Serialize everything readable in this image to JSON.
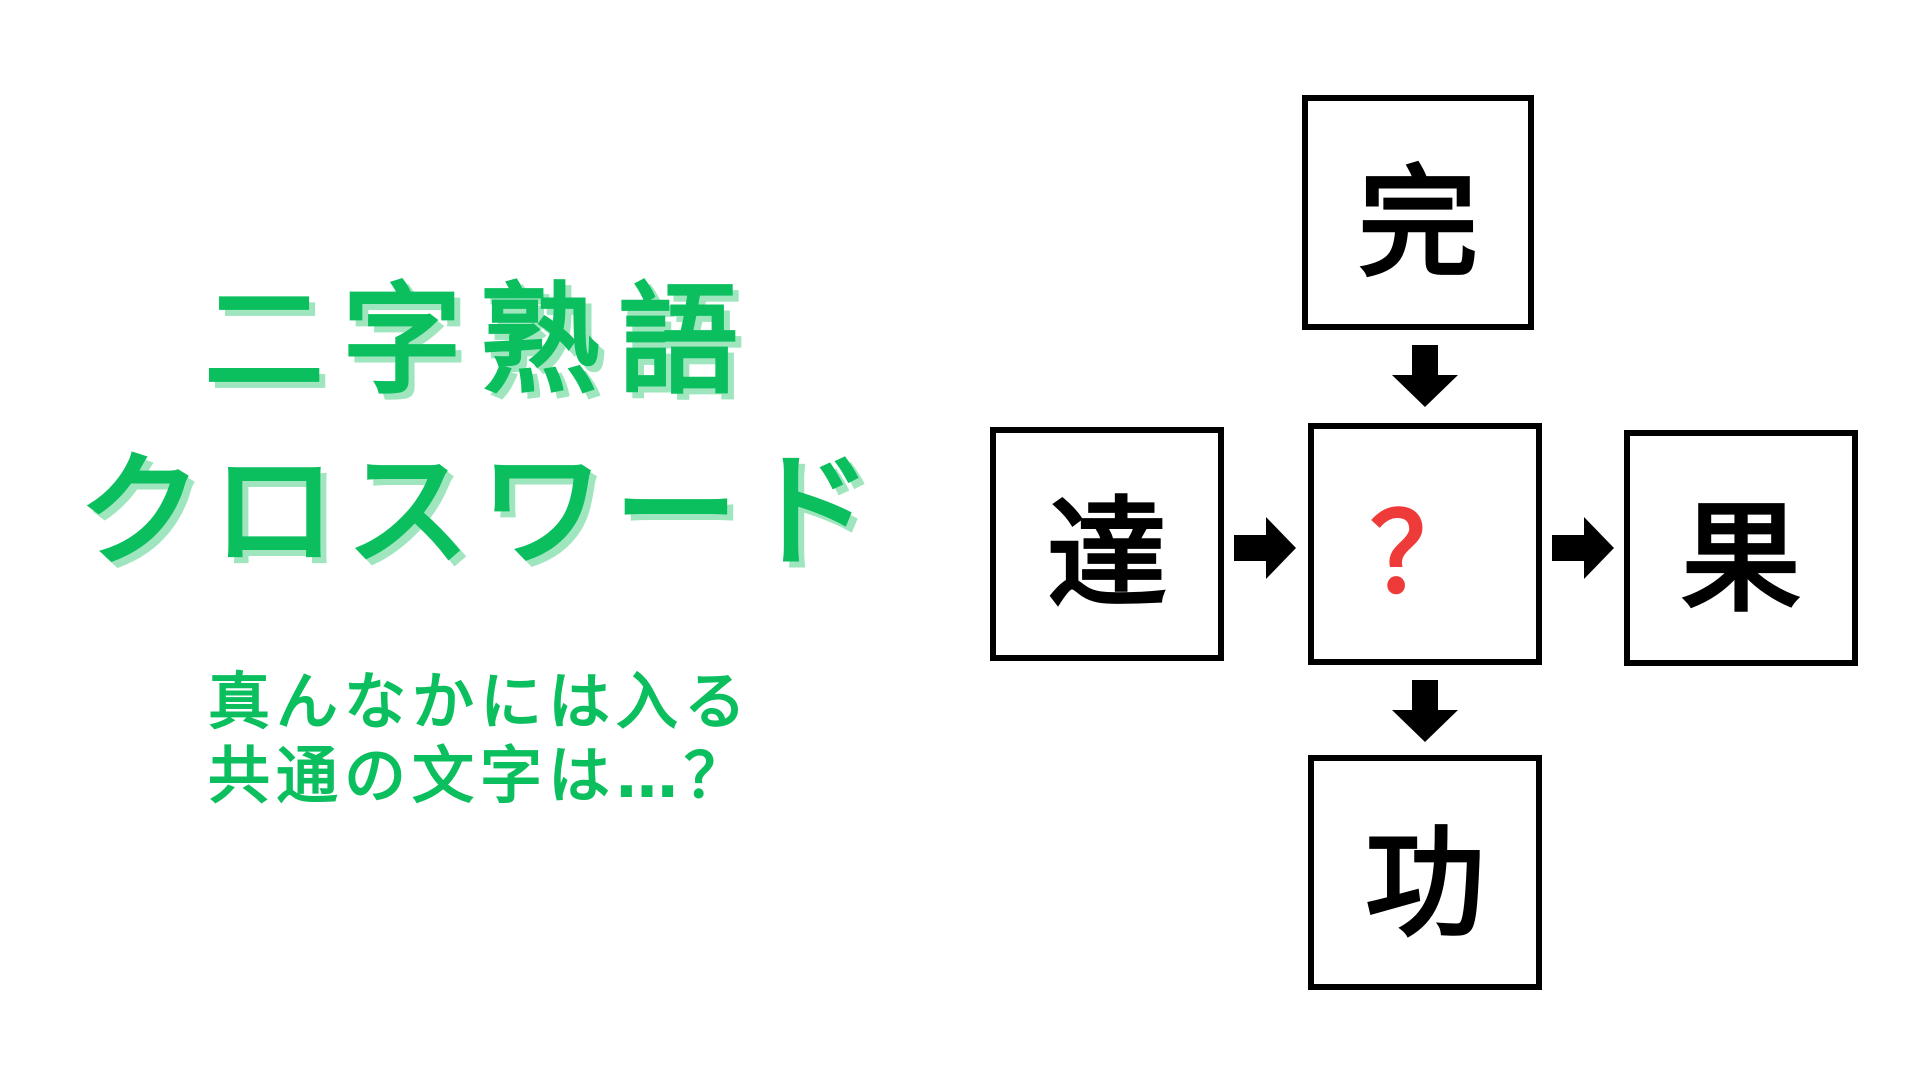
{
  "title": {
    "line1": "二字熟語",
    "line2": "クロスワード"
  },
  "instruction": {
    "line1": "真んなかには入る",
    "line2": "共通の文字は…？"
  },
  "puzzle": {
    "top": "完",
    "left": "達",
    "center": "？",
    "right": "果",
    "bottom": "功"
  },
  "colors": {
    "title": "#0bbf5f",
    "title_shadow": "#9fe6bf",
    "question_mark": "#ef3a3a",
    "box_border": "#000000"
  },
  "icons": {
    "arrow_down": "arrow-down-icon",
    "arrow_right": "arrow-right-icon"
  }
}
